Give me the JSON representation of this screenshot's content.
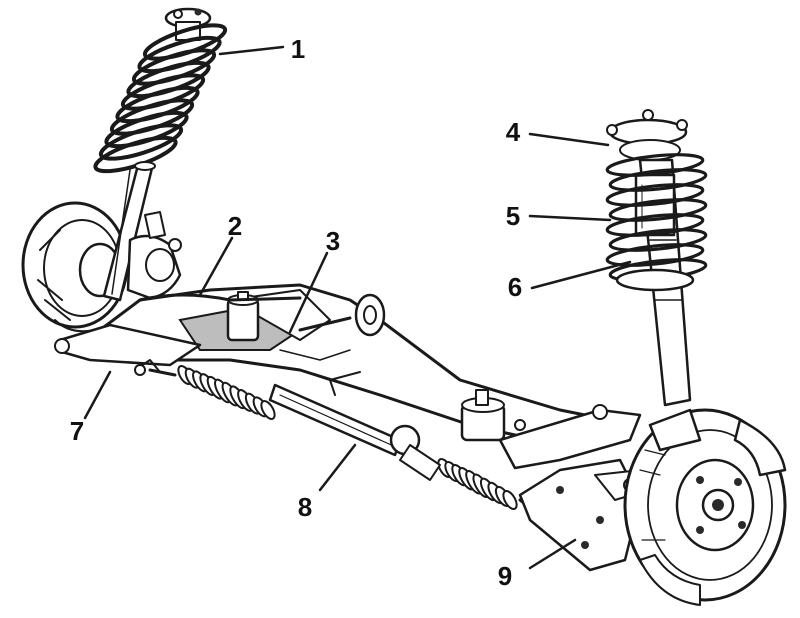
{
  "diagram": {
    "callouts": [
      {
        "id": "1",
        "label": "1"
      },
      {
        "id": "2",
        "label": "2"
      },
      {
        "id": "3",
        "label": "3"
      },
      {
        "id": "4",
        "label": "4"
      },
      {
        "id": "5",
        "label": "5"
      },
      {
        "id": "6",
        "label": "6"
      },
      {
        "id": "7",
        "label": "7"
      },
      {
        "id": "8",
        "label": "8"
      },
      {
        "id": "9",
        "label": "9"
      }
    ]
  },
  "colors": {
    "ink": "#1a1a1a",
    "paper": "#ffffff",
    "shade": "#bdbdbd"
  }
}
